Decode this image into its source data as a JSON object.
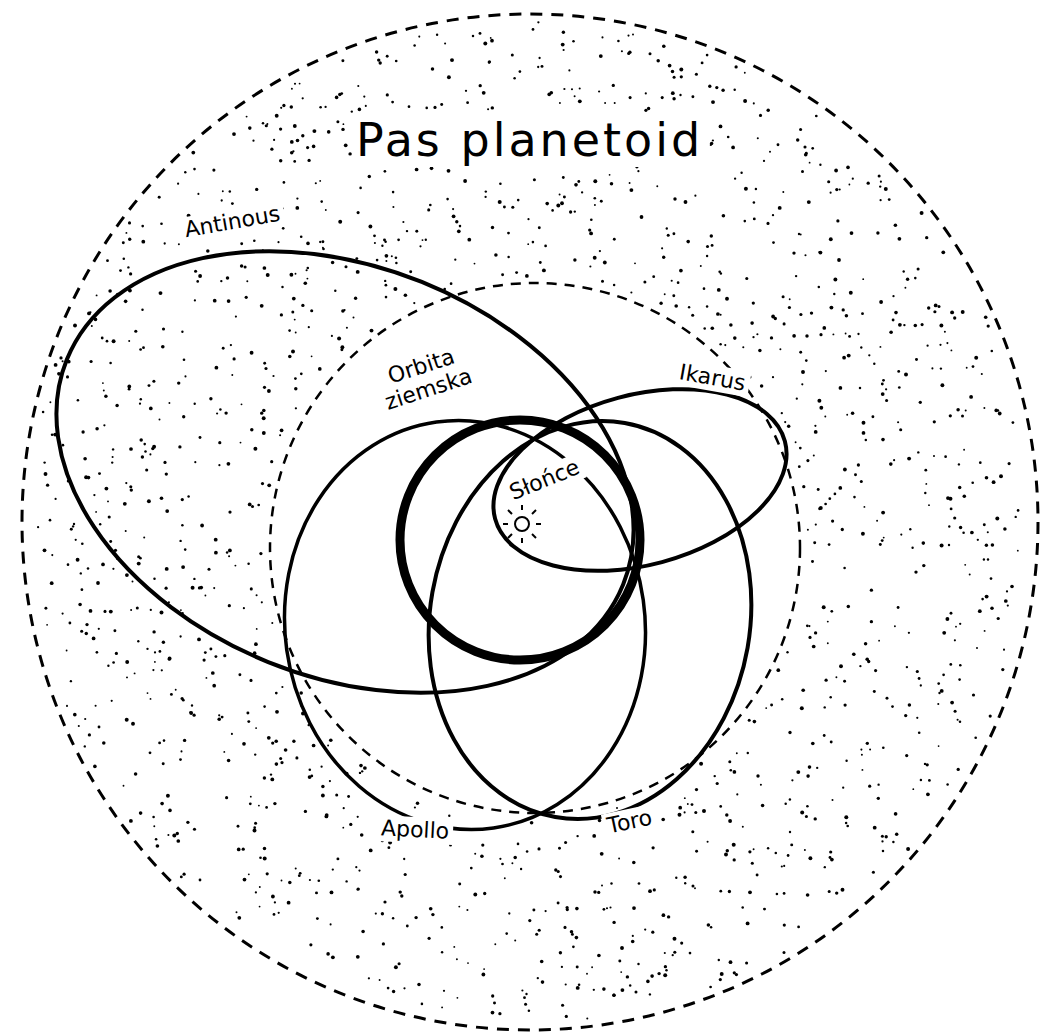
{
  "diagram": {
    "labels": [
      "Pas planetoid",
      "Antinous",
      "Orbita ziemska",
      "Ikarus",
      "Słońce",
      "Apollo",
      "Toro"
    ]
  }
}
